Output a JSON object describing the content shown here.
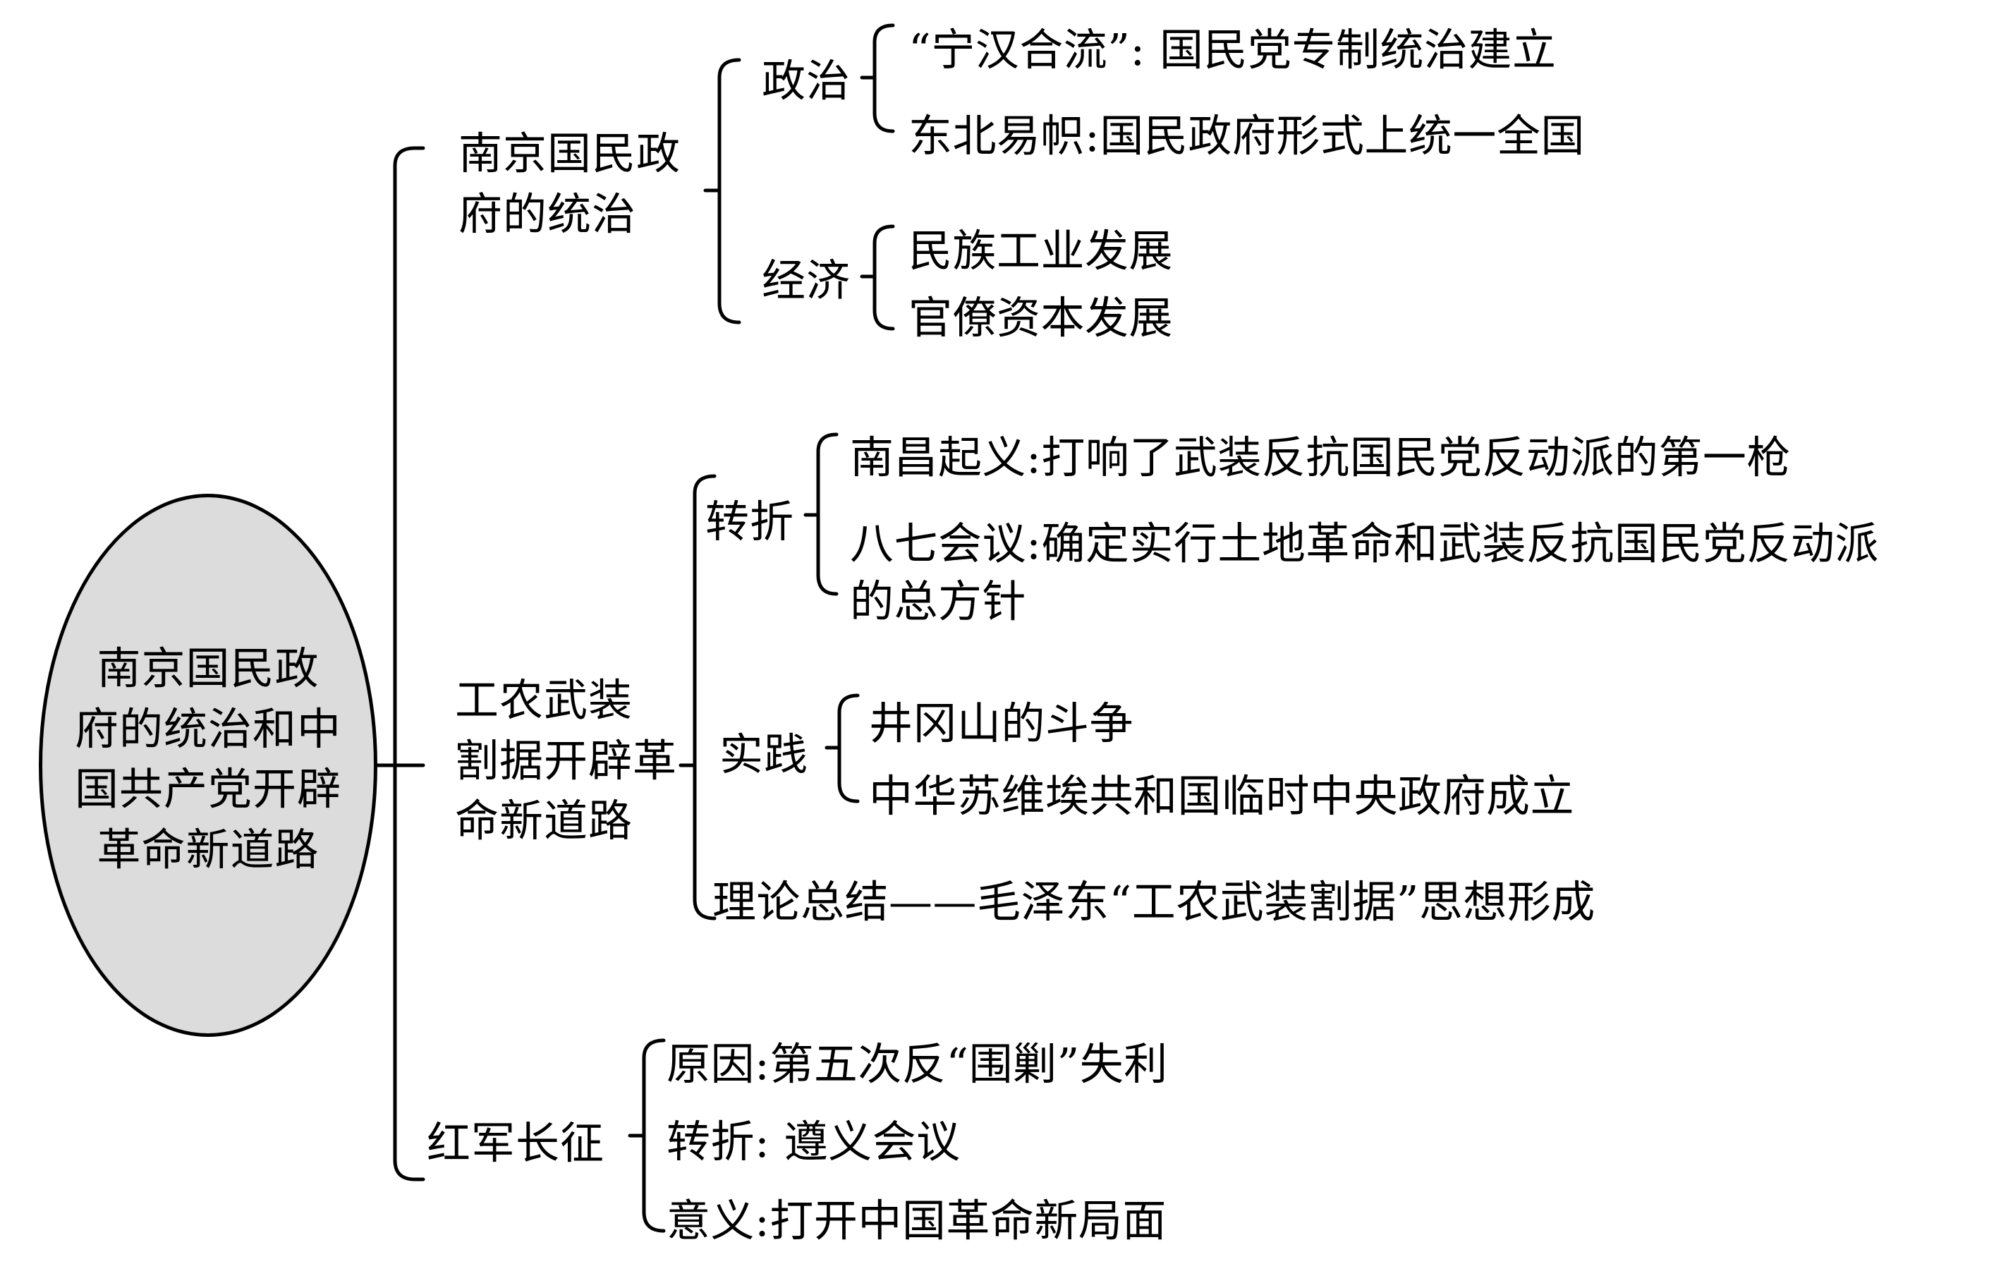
{
  "diagram": {
    "title": "南京国民政府的统治和中国共产党开辟革命新道路",
    "type": "mind-map",
    "root": {
      "label_lines": "南京国民政\n府的统治和中\n国共产党开辟\n革命新道路",
      "shape": "ellipse",
      "fill_color": "#dcdcdc",
      "stroke_color": "#000000"
    },
    "branches": [
      {
        "id": "branch-1",
        "label": "南京国民政\n府的统治",
        "categories": [
          {
            "id": "cat-politics",
            "label": "政治",
            "items": [
              {
                "id": "item-nhhl",
                "text": "“宁汉合流”: 国民党专制统治建立"
              },
              {
                "id": "item-dbyz",
                "text": "东北易帜:国民政府形式上统一全国"
              }
            ]
          },
          {
            "id": "cat-economy",
            "label": "经济",
            "items": [
              {
                "id": "item-mzgy",
                "text": "民族工业发展"
              },
              {
                "id": "item-glzb",
                "text": "官僚资本发展"
              }
            ]
          }
        ]
      },
      {
        "id": "branch-2",
        "label": "工农武装\n割据开辟革\n命新道路",
        "categories": [
          {
            "id": "cat-turn",
            "label": "转折",
            "items": [
              {
                "id": "item-ncqy",
                "text": "南昌起义:打响了武装反抗国民党反动派的第一枪"
              },
              {
                "id": "item-bqhy",
                "text": "八七会议:确定实行土地革命和武装反抗国民党反动派\n的总方针"
              }
            ]
          },
          {
            "id": "cat-practice",
            "label": "实践",
            "items": [
              {
                "id": "item-jgs",
                "text": "井冈山的斗争"
              },
              {
                "id": "item-zhsw",
                "text": "中华苏维埃共和国临时中央政府成立"
              }
            ]
          },
          {
            "id": "cat-theory",
            "label": "",
            "items": [
              {
                "id": "item-llzj",
                "text": "理论总结——毛泽东“工农武装割据”思想形成"
              }
            ]
          }
        ]
      },
      {
        "id": "branch-3",
        "label": "红军长征",
        "categories": [
          {
            "id": "cat-longmarch",
            "label": "",
            "items": [
              {
                "id": "item-yy",
                "text": "原因:第五次反“围剿”失利"
              },
              {
                "id": "item-zz",
                "text": "转折: 遵义会议"
              },
              {
                "id": "item-yiyi",
                "text": "意义:打开中国革命新局面"
              }
            ]
          }
        ]
      }
    ]
  }
}
